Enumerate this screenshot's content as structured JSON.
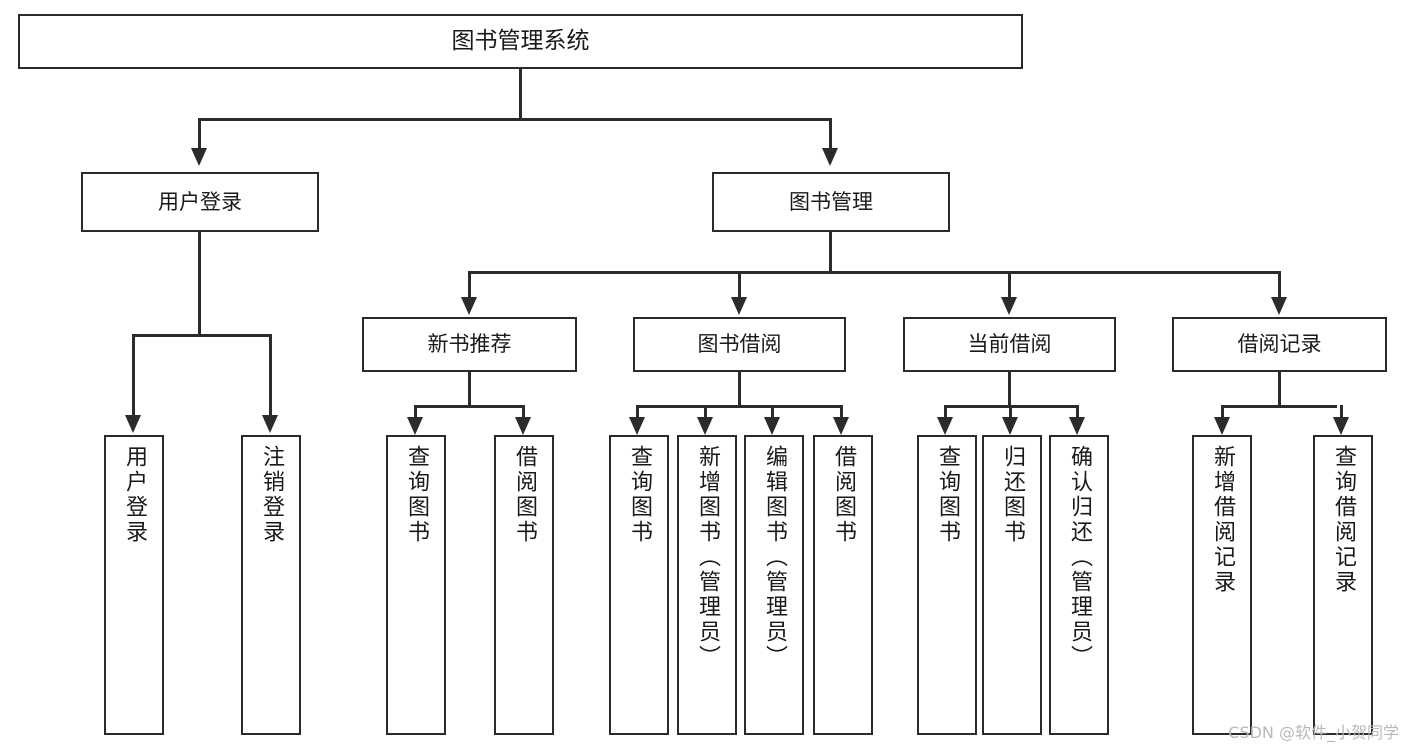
{
  "diagram": {
    "title": "图书管理系统",
    "type": "tree-hierarchy-diagram",
    "colors": {
      "box_border": "#2b2b2b",
      "box_fill": "#ffffff",
      "connector": "#2b2b2b",
      "text": "#1a1a1a",
      "watermark": "#b9b9b9"
    },
    "root": {
      "label": "图书管理系统"
    },
    "level2": [
      {
        "id": "user-login",
        "label": "用户登录"
      },
      {
        "id": "book-mgmt",
        "label": "图书管理"
      }
    ],
    "level3": [
      {
        "id": "new-book-rec",
        "label": "新书推荐"
      },
      {
        "id": "book-borrow",
        "label": "图书借阅"
      },
      {
        "id": "current-borrow",
        "label": "当前借阅"
      },
      {
        "id": "borrow-record",
        "label": "借阅记录"
      }
    ],
    "leaves": {
      "user_login": [
        {
          "id": "leaf-user-login",
          "label": "用户登录"
        },
        {
          "id": "leaf-logout-login",
          "label": "注销登录"
        }
      ],
      "new_book_rec": [
        {
          "id": "leaf-query-book-1",
          "label": "查询图书"
        },
        {
          "id": "leaf-borrow-book-1",
          "label": "借阅图书"
        }
      ],
      "book_borrow": [
        {
          "id": "leaf-query-book-2",
          "label": "查询图书"
        },
        {
          "id": "leaf-add-book",
          "label": "新增图书（管理员）"
        },
        {
          "id": "leaf-edit-book",
          "label": "编辑图书（管理员）"
        },
        {
          "id": "leaf-borrow-book-2",
          "label": "借阅图书"
        }
      ],
      "current_borrow": [
        {
          "id": "leaf-query-book-3",
          "label": "查询图书"
        },
        {
          "id": "leaf-return-book",
          "label": "归还图书"
        },
        {
          "id": "leaf-confirm-return",
          "label": "确认归还（管理员）"
        }
      ],
      "borrow_record": [
        {
          "id": "leaf-add-record",
          "label": "新增借阅记录"
        },
        {
          "id": "leaf-query-record",
          "label": "查询借阅记录"
        }
      ]
    }
  },
  "watermark": {
    "text": "CSDN @软件_小贺同学"
  }
}
